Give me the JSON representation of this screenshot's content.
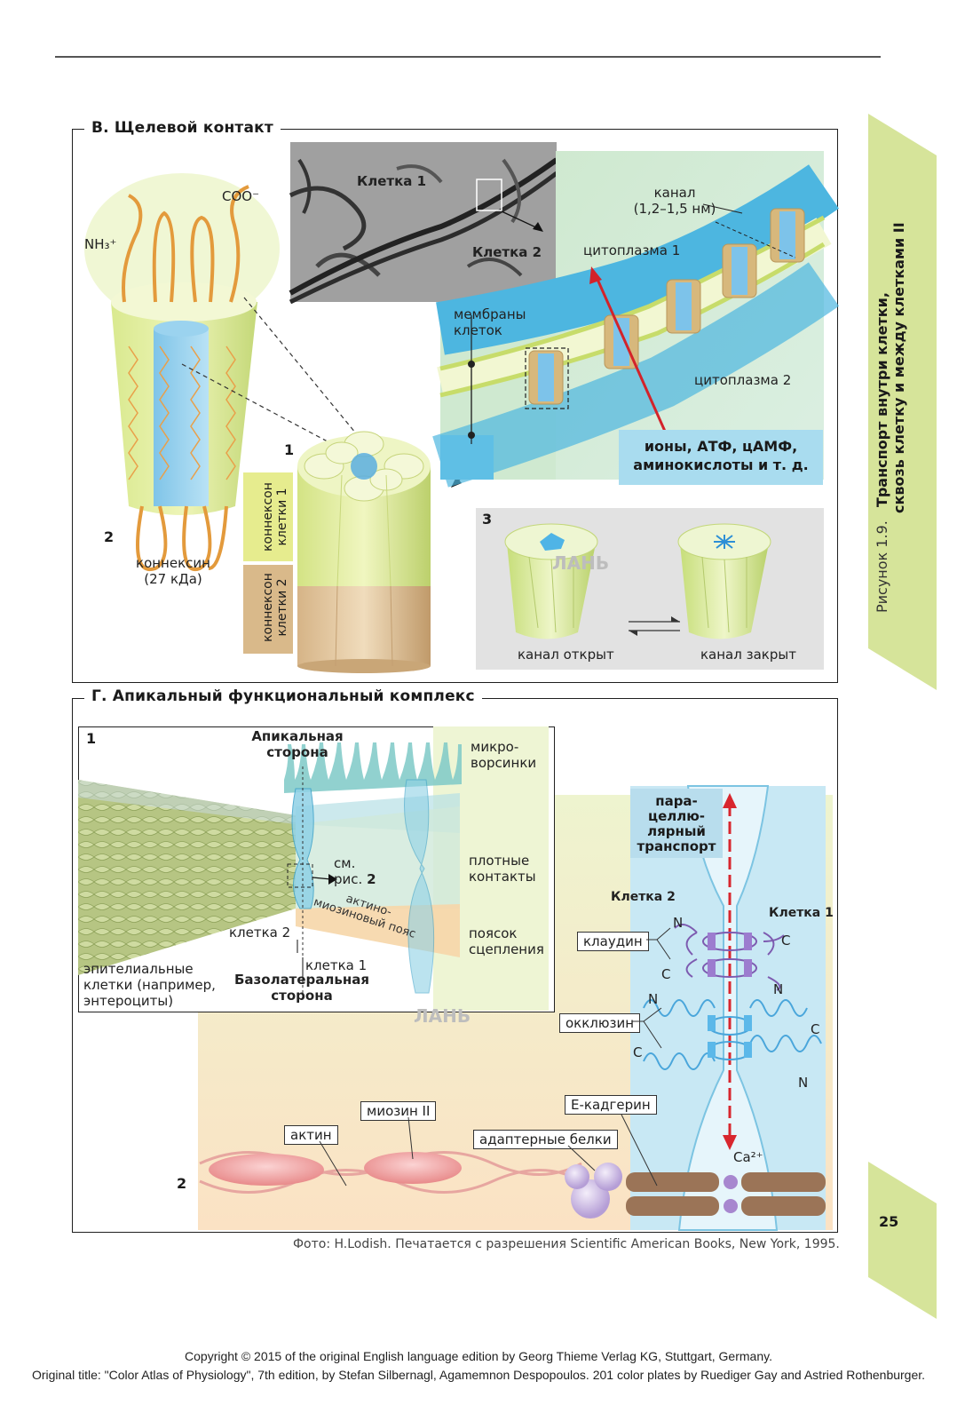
{
  "figure_caption_label": "Рисунок 1.9.",
  "figure_caption_title_1": "Транспорт внутри клетки,",
  "figure_caption_title_2": "сквозь клетку и между клетками II",
  "page_number": "25",
  "panel_v": {
    "title": "В. Щелевой контакт",
    "coo": "COO⁻",
    "nh3": "NH₃⁺",
    "num_1": "1",
    "num_2": "2",
    "num_3": "3",
    "connexin_1": "коннексин",
    "connexin_2": "(27 кДа)",
    "connexon1_a": "коннексон",
    "connexon1_b": "клетки 1",
    "connexon2_a": "коннексон",
    "connexon2_b": "клетки 2",
    "cell1": "Клетка 1",
    "cell2": "Клетка 2",
    "channel_1": "канал",
    "channel_2": "(1,2–1,5 нм)",
    "cytoplasm1": "цитоплазма 1",
    "cytoplasm2": "цитоплазма 2",
    "membranes_1": "мембраны",
    "membranes_2": "клеток",
    "transport_1": "ионы, АТФ, цАМФ,",
    "transport_2": "аминокислоты и т. д.",
    "open": "канал открыт",
    "closed": "канал закрыт",
    "watermark": "ЛАНЬ"
  },
  "panel_g": {
    "title": "Г. Апикальный функциональный комплекс",
    "num_1": "1",
    "num_2": "2",
    "num_2b": "2",
    "apical_1": "Апикальная",
    "apical_2": "сторона",
    "microvilli_1": "микро-",
    "microvilli_2": "ворсинки",
    "see_1": "см.",
    "see_2": "рис.",
    "tight_1": "плотные",
    "tight_2": "контакты",
    "actomyosin_1": "актино-",
    "actomyosin_2": "миозиновый пояс",
    "belt_1": "поясок",
    "belt_2": "сцепления",
    "cell2_small": "клетка 2",
    "cell1_small": "клетка 1",
    "basolateral_1": "Базолатеральная",
    "basolateral_2": "сторона",
    "epi_1": "эпителиальные",
    "epi_2": "клетки (например,",
    "epi_3": "энтероциты)",
    "para_1": "пара-",
    "para_2": "целлю-",
    "para_3": "лярный",
    "para_4": "транспорт",
    "cell2_big": "Клетка 2",
    "cell1_big": "Клетка 1",
    "claudin": "клаудин",
    "occludin": "окклюзин",
    "n": "N",
    "c": "C",
    "ecad": "Е-кадгерин",
    "myosin": "миозин II",
    "actin": "актин",
    "adapter": "адаптерные белки",
    "ca": "Ca²⁺",
    "watermark": "ЛАНЬ"
  },
  "photo_credit": "Фото: H.Lodish. Печатается с разрешения Scientific American Books, New York, 1995.",
  "copyright_1": "Copyright © 2015 of the original English language edition by Georg Thieme Verlag KG, Stuttgart, Germany.",
  "copyright_2": "Original title: \"Color Atlas of Physiology\", 7th edition, by Stefan Silbernagl, Agamemnon Despopoulos. 201 color plates by Ruediger Gay and Astried Rothenburger."
}
